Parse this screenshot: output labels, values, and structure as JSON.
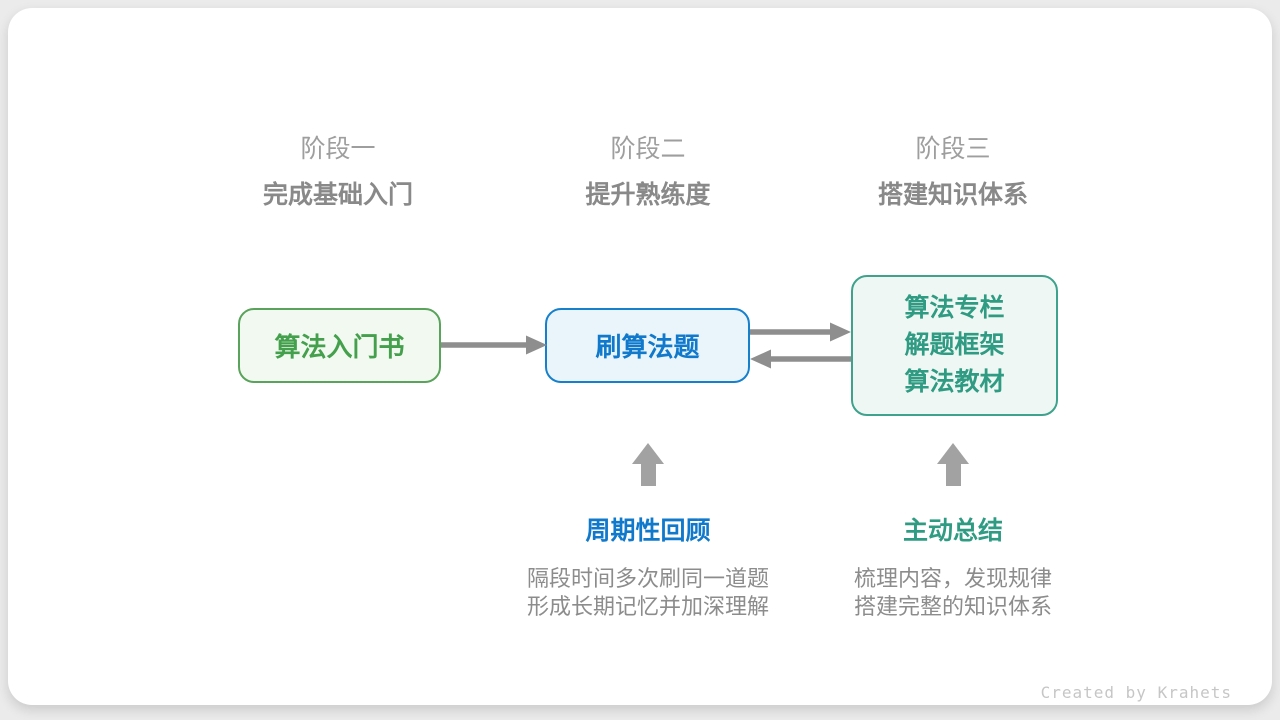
{
  "diagram": {
    "stages": [
      {
        "label": "阶段一",
        "title": "完成基础入门"
      },
      {
        "label": "阶段二",
        "title": "提升熟练度"
      },
      {
        "label": "阶段三",
        "title": "搭建知识体系"
      }
    ],
    "nodes": {
      "intro_book": {
        "label": "算法入门书",
        "accent": "#44a04c",
        "border": "#5aa35c",
        "background": "#f2f9f0"
      },
      "practice": {
        "label": "刷算法题",
        "accent": "#1079cb",
        "border": "#1780cd",
        "background": "#e9f4fb"
      },
      "knowledge": {
        "lines": [
          "算法专栏",
          "解题框架",
          "算法教材"
        ],
        "accent": "#2f9b82",
        "border": "#3ea28c",
        "background": "#eef7f3"
      }
    },
    "methods": [
      {
        "title": "周期性回顾",
        "desc_line1": "隔段时间多次刷同一道题",
        "desc_line2": "形成长期记忆并加深理解",
        "accent": "#1079cb"
      },
      {
        "title": "主动总结",
        "desc_line1": "梳理内容，发现规律",
        "desc_line2": "搭建完整的知识体系",
        "accent": "#2f9b82"
      }
    ],
    "arrow_color": "#8e8e8e",
    "up_arrow_color": "#a2a2a2"
  },
  "footer": {
    "credit": "Created by Krahets"
  }
}
